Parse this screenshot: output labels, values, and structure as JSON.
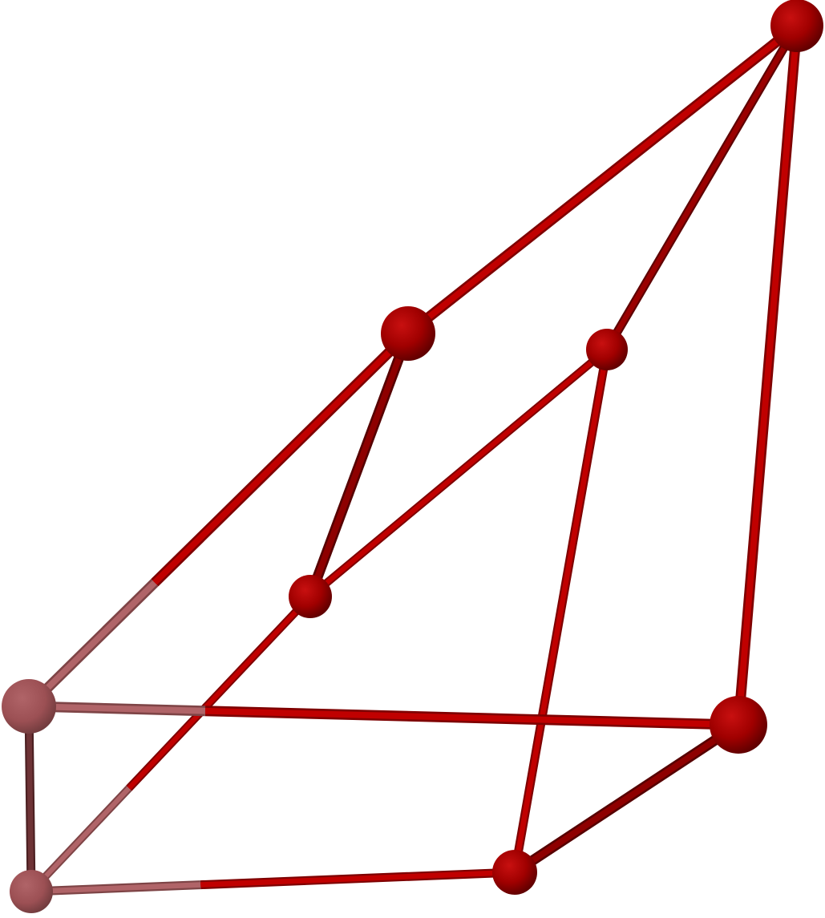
{
  "scene": {
    "background": "#ffffff",
    "colors": {
      "node_bright": "#b00000",
      "node_dark": "#6e0000",
      "node_faded": "#a55a5c",
      "edge_bright": "#c00000",
      "edge_dark": "#7a0000",
      "edge_faded": "#a85a5c"
    },
    "nodes": [
      {
        "id": "top-right"
      },
      {
        "id": "upper-mid"
      },
      {
        "id": "upper-right-mid"
      },
      {
        "id": "center-left"
      },
      {
        "id": "left"
      },
      {
        "id": "bottom-left"
      },
      {
        "id": "bottom-mid"
      },
      {
        "id": "right"
      }
    ],
    "edges": [
      {
        "from": "top-right",
        "to": "upper-mid"
      },
      {
        "from": "top-right",
        "to": "upper-right-mid"
      },
      {
        "from": "top-right",
        "to": "right"
      },
      {
        "from": "upper-mid",
        "to": "left"
      },
      {
        "from": "upper-mid",
        "to": "center-left"
      },
      {
        "from": "upper-right-mid",
        "to": "center-left"
      },
      {
        "from": "upper-right-mid",
        "to": "bottom-mid"
      },
      {
        "from": "center-left",
        "to": "bottom-left"
      },
      {
        "from": "left",
        "to": "bottom-left"
      },
      {
        "from": "left",
        "to": "right"
      },
      {
        "from": "bottom-left",
        "to": "bottom-mid"
      },
      {
        "from": "bottom-mid",
        "to": "right"
      }
    ]
  }
}
